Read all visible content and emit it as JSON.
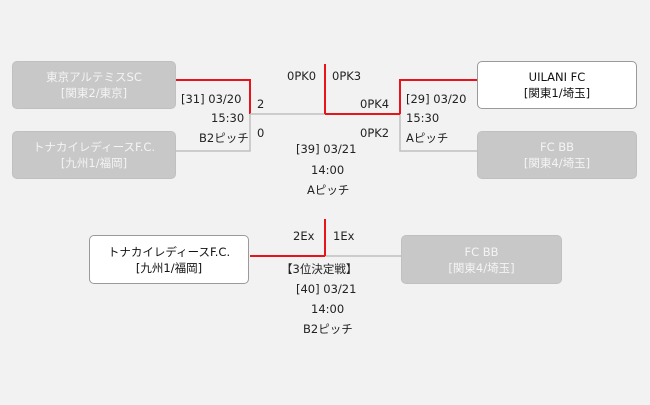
{
  "colors": {
    "win_line": "#e8141c",
    "lose_line": "#c0c0c0",
    "winner_box": "#ffffff",
    "loser_box": "#c8c8c8"
  },
  "left_match": {
    "team_top": {
      "name": "東京アルテミスSC",
      "region": "[関東2/東京]"
    },
    "team_bottom": {
      "name": "トナカイレディースF.C.",
      "region": "[九州1/福岡]"
    },
    "info": {
      "id_date": "[31] 03/20",
      "time": "15:30",
      "venue": "B2ピッチ"
    },
    "score_top": "2",
    "score_bottom": "0"
  },
  "right_match": {
    "team_top": {
      "name": "UILANI FC",
      "region": "[関東1/埼玉]"
    },
    "team_bottom": {
      "name": "FC BB",
      "region": "[関東4/埼玉]"
    },
    "info": {
      "id_date": "[29] 03/20",
      "time": "15:30",
      "venue": "Aピッチ"
    },
    "score_top": "0PK4",
    "score_bottom": "0PK2"
  },
  "final": {
    "score_left": "0PK0",
    "score_right": "0PK3",
    "info": {
      "id_date": "[39] 03/21",
      "time": "14:00",
      "venue": "Aピッチ"
    }
  },
  "third_place": {
    "team_left": {
      "name": "トナカイレディースF.C.",
      "region": "[九州1/福岡]"
    },
    "team_right": {
      "name": "FC BB",
      "region": "[関東4/埼玉]"
    },
    "score_left": "2Ex",
    "score_right": "1Ex",
    "title": "【3位決定戦】",
    "info": {
      "id_date": "[40] 03/21",
      "time": "14:00",
      "venue": "B2ピッチ"
    }
  }
}
